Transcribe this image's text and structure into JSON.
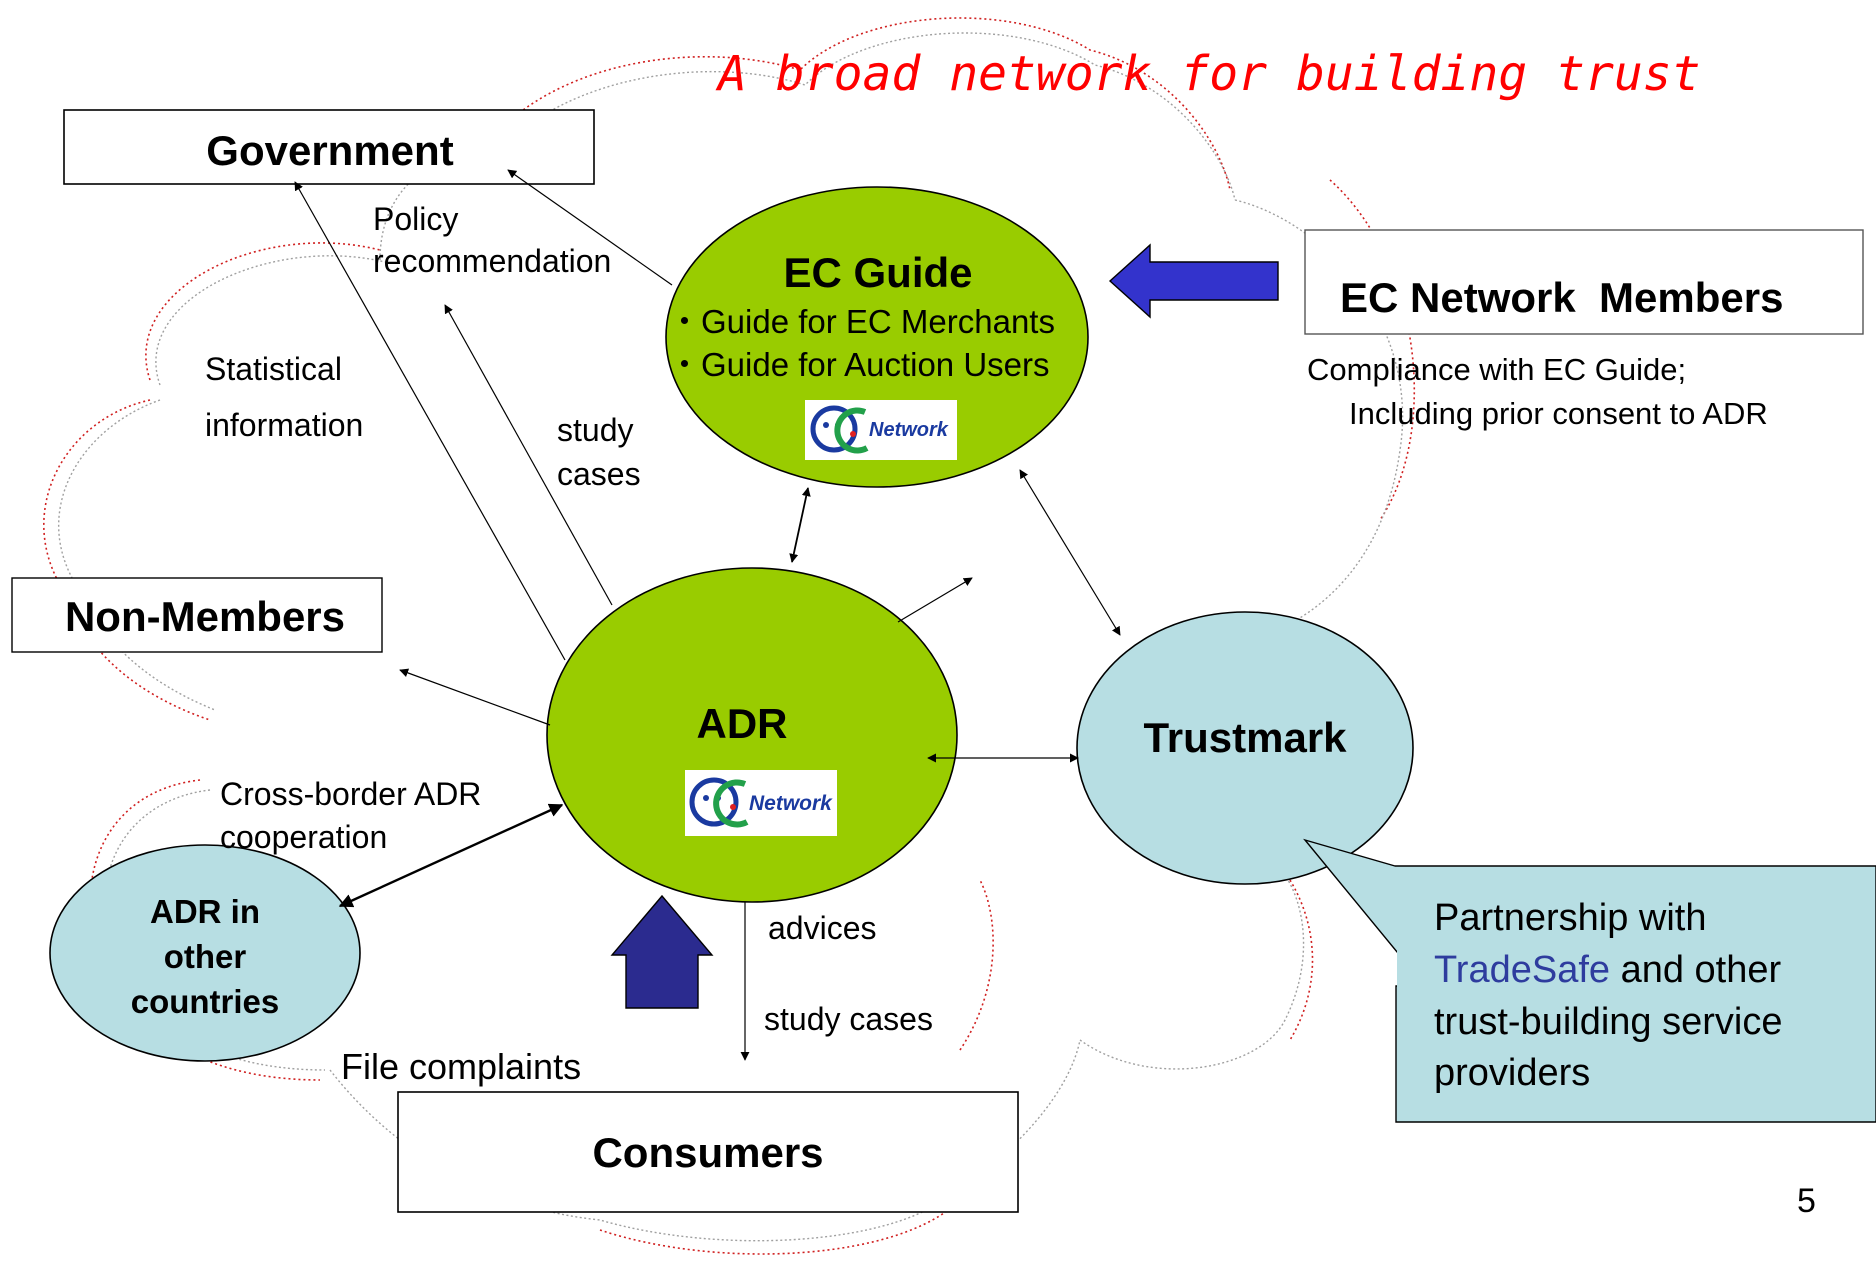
{
  "title": "A broad network for building trust",
  "nodes": {
    "government": "Government",
    "non_members": "Non-Members",
    "consumers": "Consumers",
    "ec_network_members": "EC Network  Members",
    "ec_guide": {
      "title": "EC Guide",
      "items": [
        "・Guide for EC Merchants",
        "・Guide for Auction Users"
      ]
    },
    "adr": "ADR",
    "trustmark": "Trustmark",
    "adr_other": [
      "ADR in",
      "other",
      "countries"
    ]
  },
  "logo": {
    "text": "Network"
  },
  "labels": {
    "policy": [
      "Policy",
      "recommendation"
    ],
    "statistical": [
      "Statistical",
      "information"
    ],
    "study_cases_1": [
      "study",
      "cases"
    ],
    "cross_border": [
      "Cross-border ADR",
      "cooperation"
    ],
    "advices": "advices",
    "study_cases_2": "study cases",
    "file_complaints": "File complaints",
    "compliance": [
      "Compliance with EC Guide;",
      "Including prior consent to ADR"
    ]
  },
  "callout": {
    "line1": "Partnership with",
    "tradesafe": "TradeSafe",
    "line2_rest": " and other",
    "line3": "trust-building service",
    "line4": "providers"
  },
  "page_number": "5",
  "colors": {
    "green": "#99cc00",
    "light_blue": "#b7dee3",
    "callout": "#b7dee3",
    "arrow_blue": "#3333cc",
    "dark_blue": "#2b2b8f",
    "title_red": "#ff0000",
    "cloud_red": "#d02020",
    "tradesafe_blue": "#2e3c9e"
  }
}
